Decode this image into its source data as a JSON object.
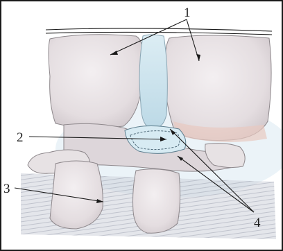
{
  "callouts": [
    {
      "id": "1",
      "text": "1"
    },
    {
      "id": "2",
      "text": "2"
    },
    {
      "id": "3",
      "text": "3"
    },
    {
      "id": "4",
      "text": "4"
    }
  ],
  "colors": {
    "frame": "#1a1a1a",
    "bone": "#e9e3e5",
    "bone_shadow": "#b7b2b6",
    "bone_warm": "#e8c9c1",
    "disc": "#cfe6f0",
    "ligament": "#c8ccd6",
    "background_wash": "#dbeaf3"
  },
  "icons": [
    "vertebral-body",
    "intervertebral-disc",
    "disc-herniation",
    "ligament-fibers",
    "spinous-process"
  ]
}
